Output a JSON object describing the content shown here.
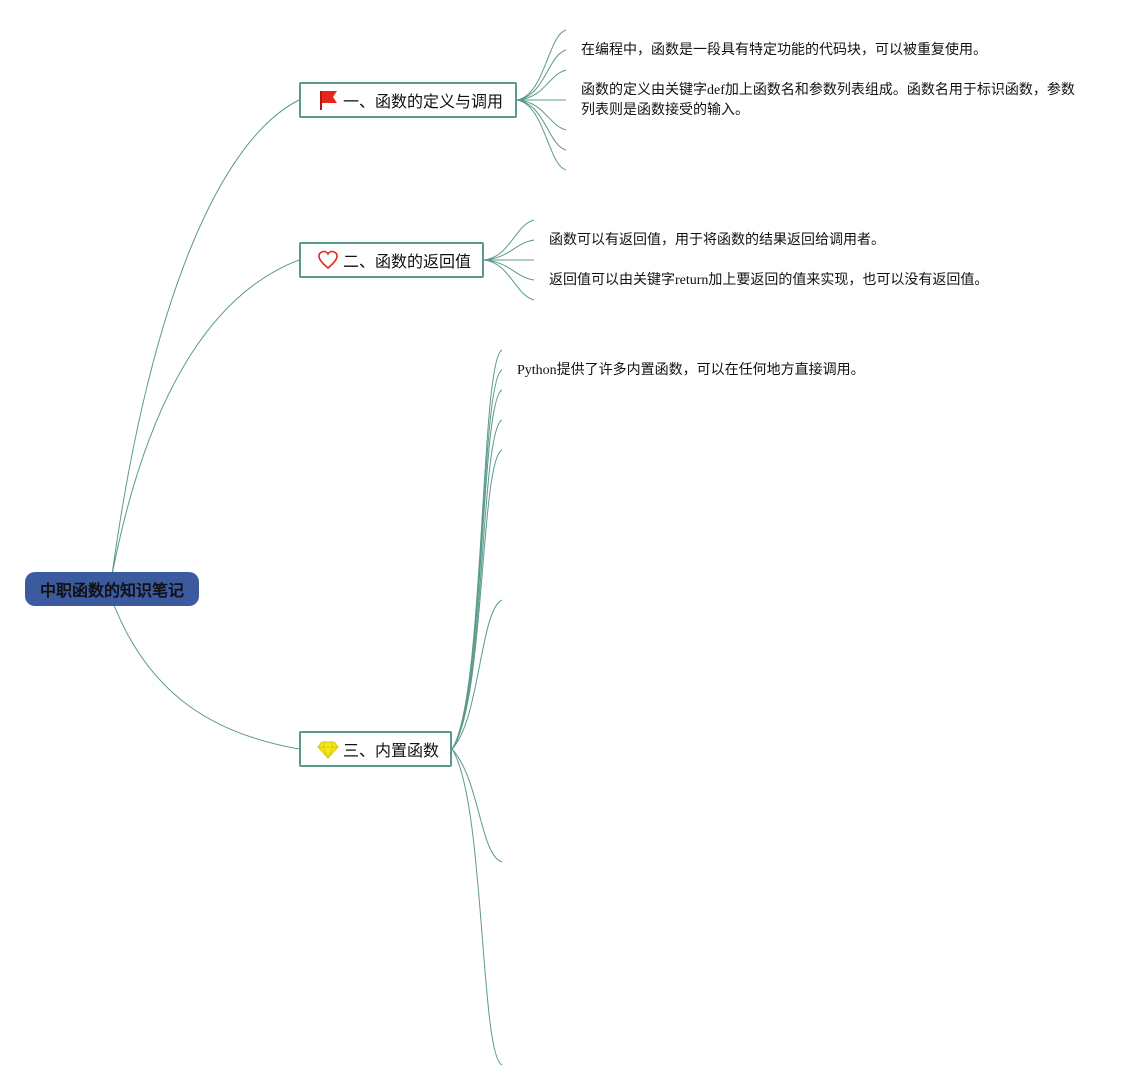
{
  "root": {
    "label": "中职函数的知识笔记"
  },
  "branches": [
    {
      "label": "一、函数的定义与调用",
      "icon": "red-flag-icon",
      "leaves": [
        "在编程中，函数是一段具有特定功能的代码块，可以被重复使用。",
        "函数的定义由关键字def加上函数名和参数列表组成。函数名用于标识函数，参数列表则是函数接受的输入。"
      ]
    },
    {
      "label": "二、函数的返回值",
      "icon": "heart-icon",
      "leaves": [
        "函数可以有返回值，用于将函数的结果返回给调用者。",
        "返回值可以由关键字return加上要返回的值来实现，也可以没有返回值。"
      ]
    },
    {
      "label": "三、内置函数",
      "icon": "diamond-icon",
      "leaves": [
        "Python提供了许多内置函数，可以在任何地方直接调用。"
      ]
    }
  ],
  "colors": {
    "root_fill": "#3b5aa0",
    "branch_border": "#5a9a8c",
    "connector": "#5a9a8c",
    "flag": "#e8251c",
    "heart": "#e8251c",
    "diamond": "#f5e61c"
  }
}
